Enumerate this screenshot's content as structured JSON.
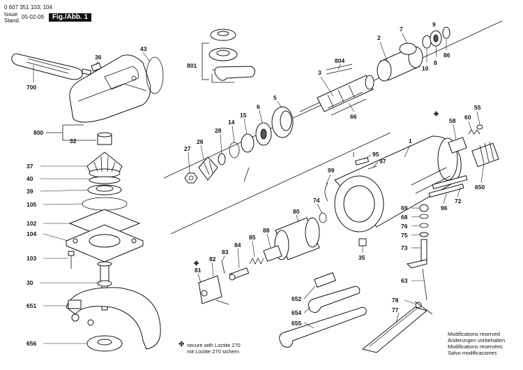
{
  "header": {
    "doc_number": "0 607 351 103; 104",
    "issue_label": "Issue",
    "stand_label": "Stand",
    "date": "05-02-09",
    "figure": "Fig./Abb. 1"
  },
  "callouts": [
    "43",
    "36",
    "700",
    "800",
    "32",
    "37",
    "40",
    "39",
    "105",
    "102",
    "104",
    "103",
    "30",
    "651",
    "656",
    "801",
    "804",
    "3",
    "2",
    "7",
    "9",
    "86",
    "8",
    "10",
    "5",
    "6",
    "15",
    "14",
    "28",
    "26",
    "27",
    "66",
    "58",
    "60",
    "55",
    "95",
    "97",
    "99",
    "1",
    "650",
    "74",
    "72",
    "96",
    "69",
    "68",
    "76",
    "75",
    "73",
    "80",
    "88",
    "85",
    "84",
    "83",
    "82",
    "81",
    "35",
    "63",
    "652",
    "654",
    "655",
    "78",
    "77"
  ],
  "footnote": {
    "symbol": "✤",
    "line1": "secure with Loctite 270",
    "line2": "mit Loctite 270 sichern"
  },
  "notes": [
    "Modifications reserved",
    "Änderungen vorbehalten",
    "Modifications reservées",
    "Salvo modificaciones"
  ],
  "icons": [
    "loctite-symbol-icon"
  ]
}
